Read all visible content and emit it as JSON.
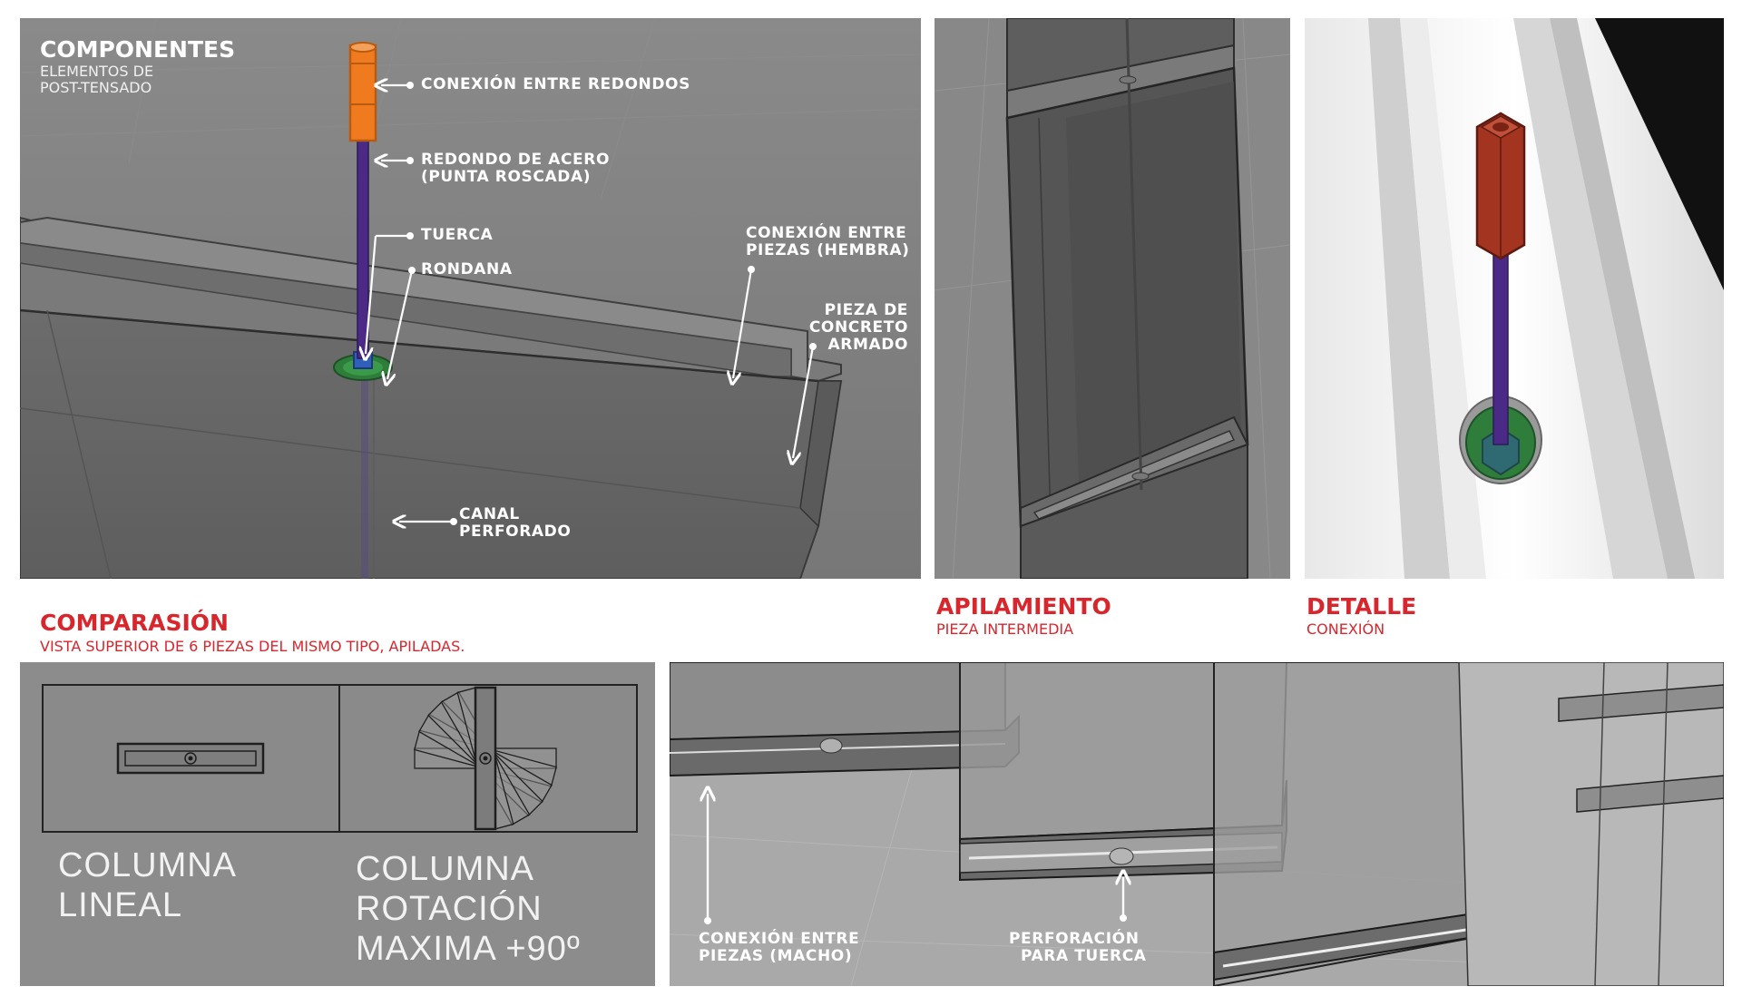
{
  "componentes": {
    "title": "COMPONENTES",
    "subtitle_line1": "ELEMENTOS DE",
    "subtitle_line2": "POST-TENSADO",
    "labels": {
      "conexion_redondos": "CONEXIÓN ENTRE REDONDOS",
      "redondo_line1": "REDONDO DE ACERO",
      "redondo_line2": "(PUNTA ROSCADA)",
      "tuerca": "TUERCA",
      "rondana": "RONDANA",
      "hembra_line1": "CONEXIÓN ENTRE",
      "hembra_line2": "PIEZAS (HEMBRA)",
      "pieza_line1": "PIEZA DE",
      "pieza_line2": "CONCRETO",
      "pieza_line3": "ARMADO",
      "canal_line1": "CANAL",
      "canal_line2": "PERFORADO"
    }
  },
  "apilamiento": {
    "title": "APILAMIENTO",
    "subtitle": "PIEZA INTERMEDIA"
  },
  "detalle": {
    "title": "DETALLE",
    "subtitle": "CONEXIÓN"
  },
  "comparacion": {
    "title": "COMPARASIÓN",
    "subtitle": "VISTA SUPERIOR DE 6 PIEZAS DEL MISMO TIPO, APILADAS.",
    "col1_line1": "COLUMNA",
    "col1_line2": "LINEAL",
    "col2_line1": "COLUMNA",
    "col2_line2": "ROTACIÓN",
    "col2_line3": "MAXIMA +90º"
  },
  "stack": {
    "macho_line1": "CONEXIÓN ENTRE",
    "macho_line2": "PIEZAS (MACHO)",
    "perf_line1": "PERFORACIÓN",
    "perf_line2": "PARA TUERCA"
  },
  "colors": {
    "accent_red": "#d8262c",
    "panel_gray": "#7f7f7f",
    "connector_orange": "#f07b1f",
    "rod_purple": "#4a2a86",
    "washer_green": "#2e7d3a",
    "nut_blue": "#2f5fb8",
    "detail_red": "#a3341f"
  },
  "icons": [
    "arrow-left-icon",
    "arrow-up-icon",
    "arrow-down-icon"
  ]
}
